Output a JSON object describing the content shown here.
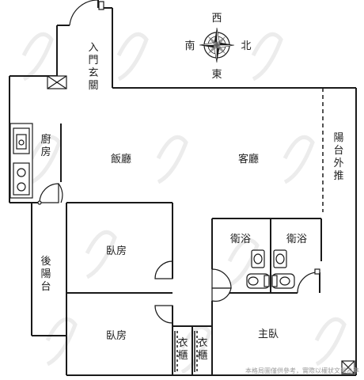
{
  "compass": {
    "north": "北",
    "south": "南",
    "east": "東",
    "west": "西",
    "icon": "compass-rose-icon"
  },
  "rooms": {
    "entrance": "入門玄關",
    "kitchen": "廚房",
    "dining": "飯廳",
    "living": "客廳",
    "balcony_sliding": "陽台外推",
    "back_balcony": "後陽台",
    "bedroom1": "臥房",
    "bedroom2": "臥房",
    "bath1": "衛浴",
    "bath2": "衛浴",
    "master": "主臥",
    "closet1": "衣櫃",
    "closet2": "衣櫃"
  },
  "watermark": "本格局圖僅供參考，實際以權狀文量為準",
  "colors": {
    "wall": "#1a1a1a",
    "watermark": "#9a9a9a"
  }
}
